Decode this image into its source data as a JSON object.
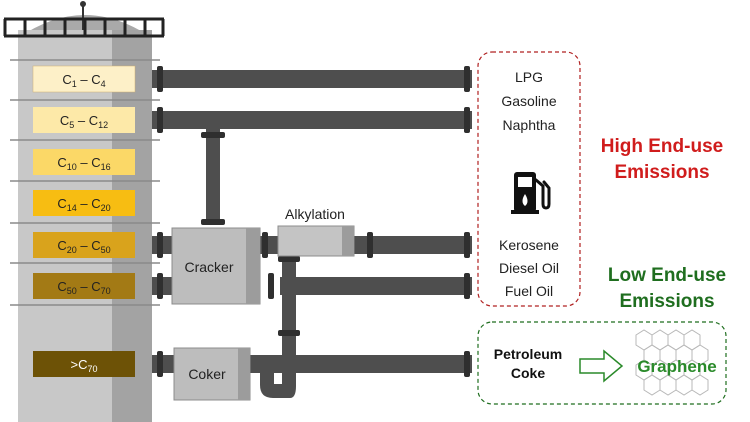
{
  "fractions": [
    {
      "base": "C",
      "sub1": "1",
      "dash": "–",
      "base2": "C",
      "sub2": "4",
      "color": "#fdf0c8",
      "text_color": "#222222"
    },
    {
      "base": "C",
      "sub1": "5",
      "dash": "–",
      "base2": "C",
      "sub2": "12",
      "color": "#fde9a8",
      "text_color": "#222222"
    },
    {
      "base": "C",
      "sub1": "10",
      "dash": "–",
      "base2": "C",
      "sub2": "16",
      "color": "#fbd867",
      "text_color": "#222222"
    },
    {
      "base": "C",
      "sub1": "14",
      "dash": "–",
      "base2": "C",
      "sub2": "20",
      "color": "#f7bd12",
      "text_color": "#222222"
    },
    {
      "base": "C",
      "sub1": "20",
      "dash": "–",
      "base2": "C",
      "sub2": "50",
      "color": "#d9a31c",
      "text_color": "#222222"
    },
    {
      "base": "C",
      "sub1": "50",
      "dash": "–",
      "base2": "C",
      "sub2": "70",
      "color": "#a37a15",
      "text_color": "#222222"
    },
    {
      "prefix": ">",
      "base": "C",
      "sub1": "70",
      "color": "#6d5206",
      "text_color": "#ffffff"
    }
  ],
  "units": {
    "cracker": "Cracker",
    "alkylation": "Alkylation",
    "coker": "Coker"
  },
  "products": {
    "light": [
      "LPG",
      "Gasoline",
      "Naphtha"
    ],
    "middle": [
      "Kerosene",
      "Diesel Oil",
      "Fuel Oil"
    ]
  },
  "emissions": {
    "high_line1": "High End-use",
    "high_line2": "Emissions",
    "high_color": "#d01c1c",
    "low_line1": "Low End-use",
    "low_line2": "Emissions",
    "low_color": "#1f6e1f"
  },
  "coke": {
    "line1": "Petroleum",
    "line2": "Coke",
    "graphene": "Graphene",
    "graphene_color": "#2a8a2a"
  },
  "icons": {
    "fuel": "fuel-pump-icon",
    "arrow": "right-arrow-icon",
    "hex": "graphene-lattice-icon"
  },
  "colors": {
    "pipe": "#4e4e4e",
    "flange": "#2f2f2f",
    "tower": "#c8c8c8",
    "tower_shade": "#9e9e9e",
    "unit": "#bdbdbd",
    "red_box": "#b02020",
    "green_box": "#1f6e1f"
  }
}
